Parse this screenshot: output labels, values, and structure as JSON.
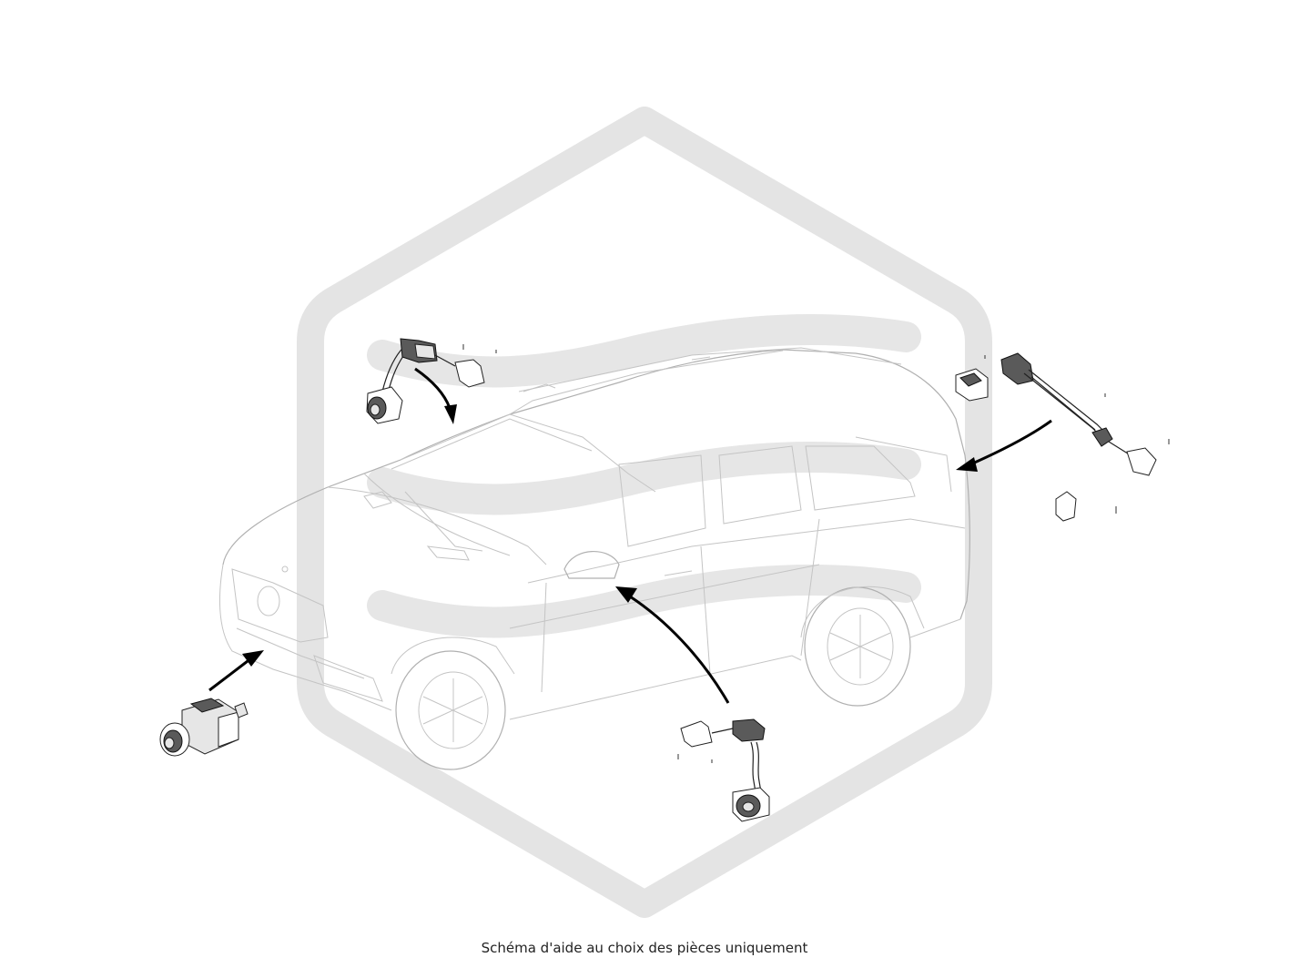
{
  "diagram": {
    "caption": "Schéma d'aide au choix des pièces uniquement",
    "watermark": "brand-logo-watermark",
    "parts": [
      {
        "id": "front-camera",
        "icon": "parking-camera-icon"
      },
      {
        "id": "windshield-camera",
        "icon": "camera-harness-icon"
      },
      {
        "id": "mirror-camera",
        "icon": "camera-harness-icon"
      },
      {
        "id": "rear-camera",
        "icon": "camera-harness-bracket-icon"
      }
    ],
    "colors": {
      "arrow": "#000000",
      "car_outline": "#c4c4c4",
      "watermark": "#e4e4e4"
    }
  }
}
